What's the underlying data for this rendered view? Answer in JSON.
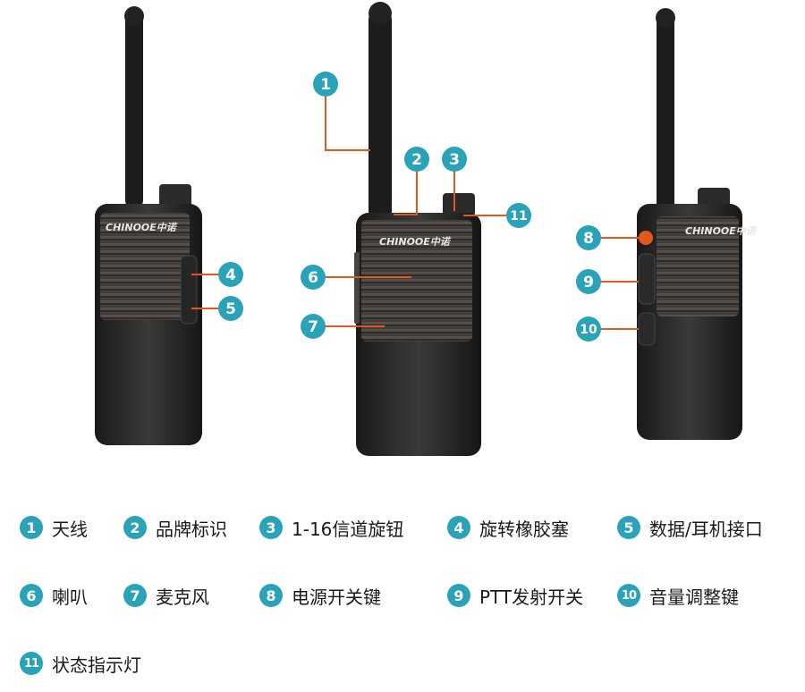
{
  "brand": "CHINOOE中诺",
  "accent_color": "#2aa3b8",
  "callouts": [
    "1",
    "2",
    "3",
    "4",
    "5",
    "6",
    "7",
    "8",
    "9",
    "10",
    "11"
  ],
  "legend": [
    {
      "num": "1",
      "label": "天线"
    },
    {
      "num": "2",
      "label": "品牌标识"
    },
    {
      "num": "3",
      "label": "1-16信道旋钮"
    },
    {
      "num": "4",
      "label": "旋转橡胶塞"
    },
    {
      "num": "5",
      "label": "数据/耳机接口"
    },
    {
      "num": "6",
      "label": "喇叭"
    },
    {
      "num": "7",
      "label": "麦克风"
    },
    {
      "num": "8",
      "label": "电源开关键"
    },
    {
      "num": "9",
      "label": "PTT发射开关"
    },
    {
      "num": "10",
      "label": "音量调整键"
    },
    {
      "num": "11",
      "label": "状态指示灯"
    }
  ]
}
